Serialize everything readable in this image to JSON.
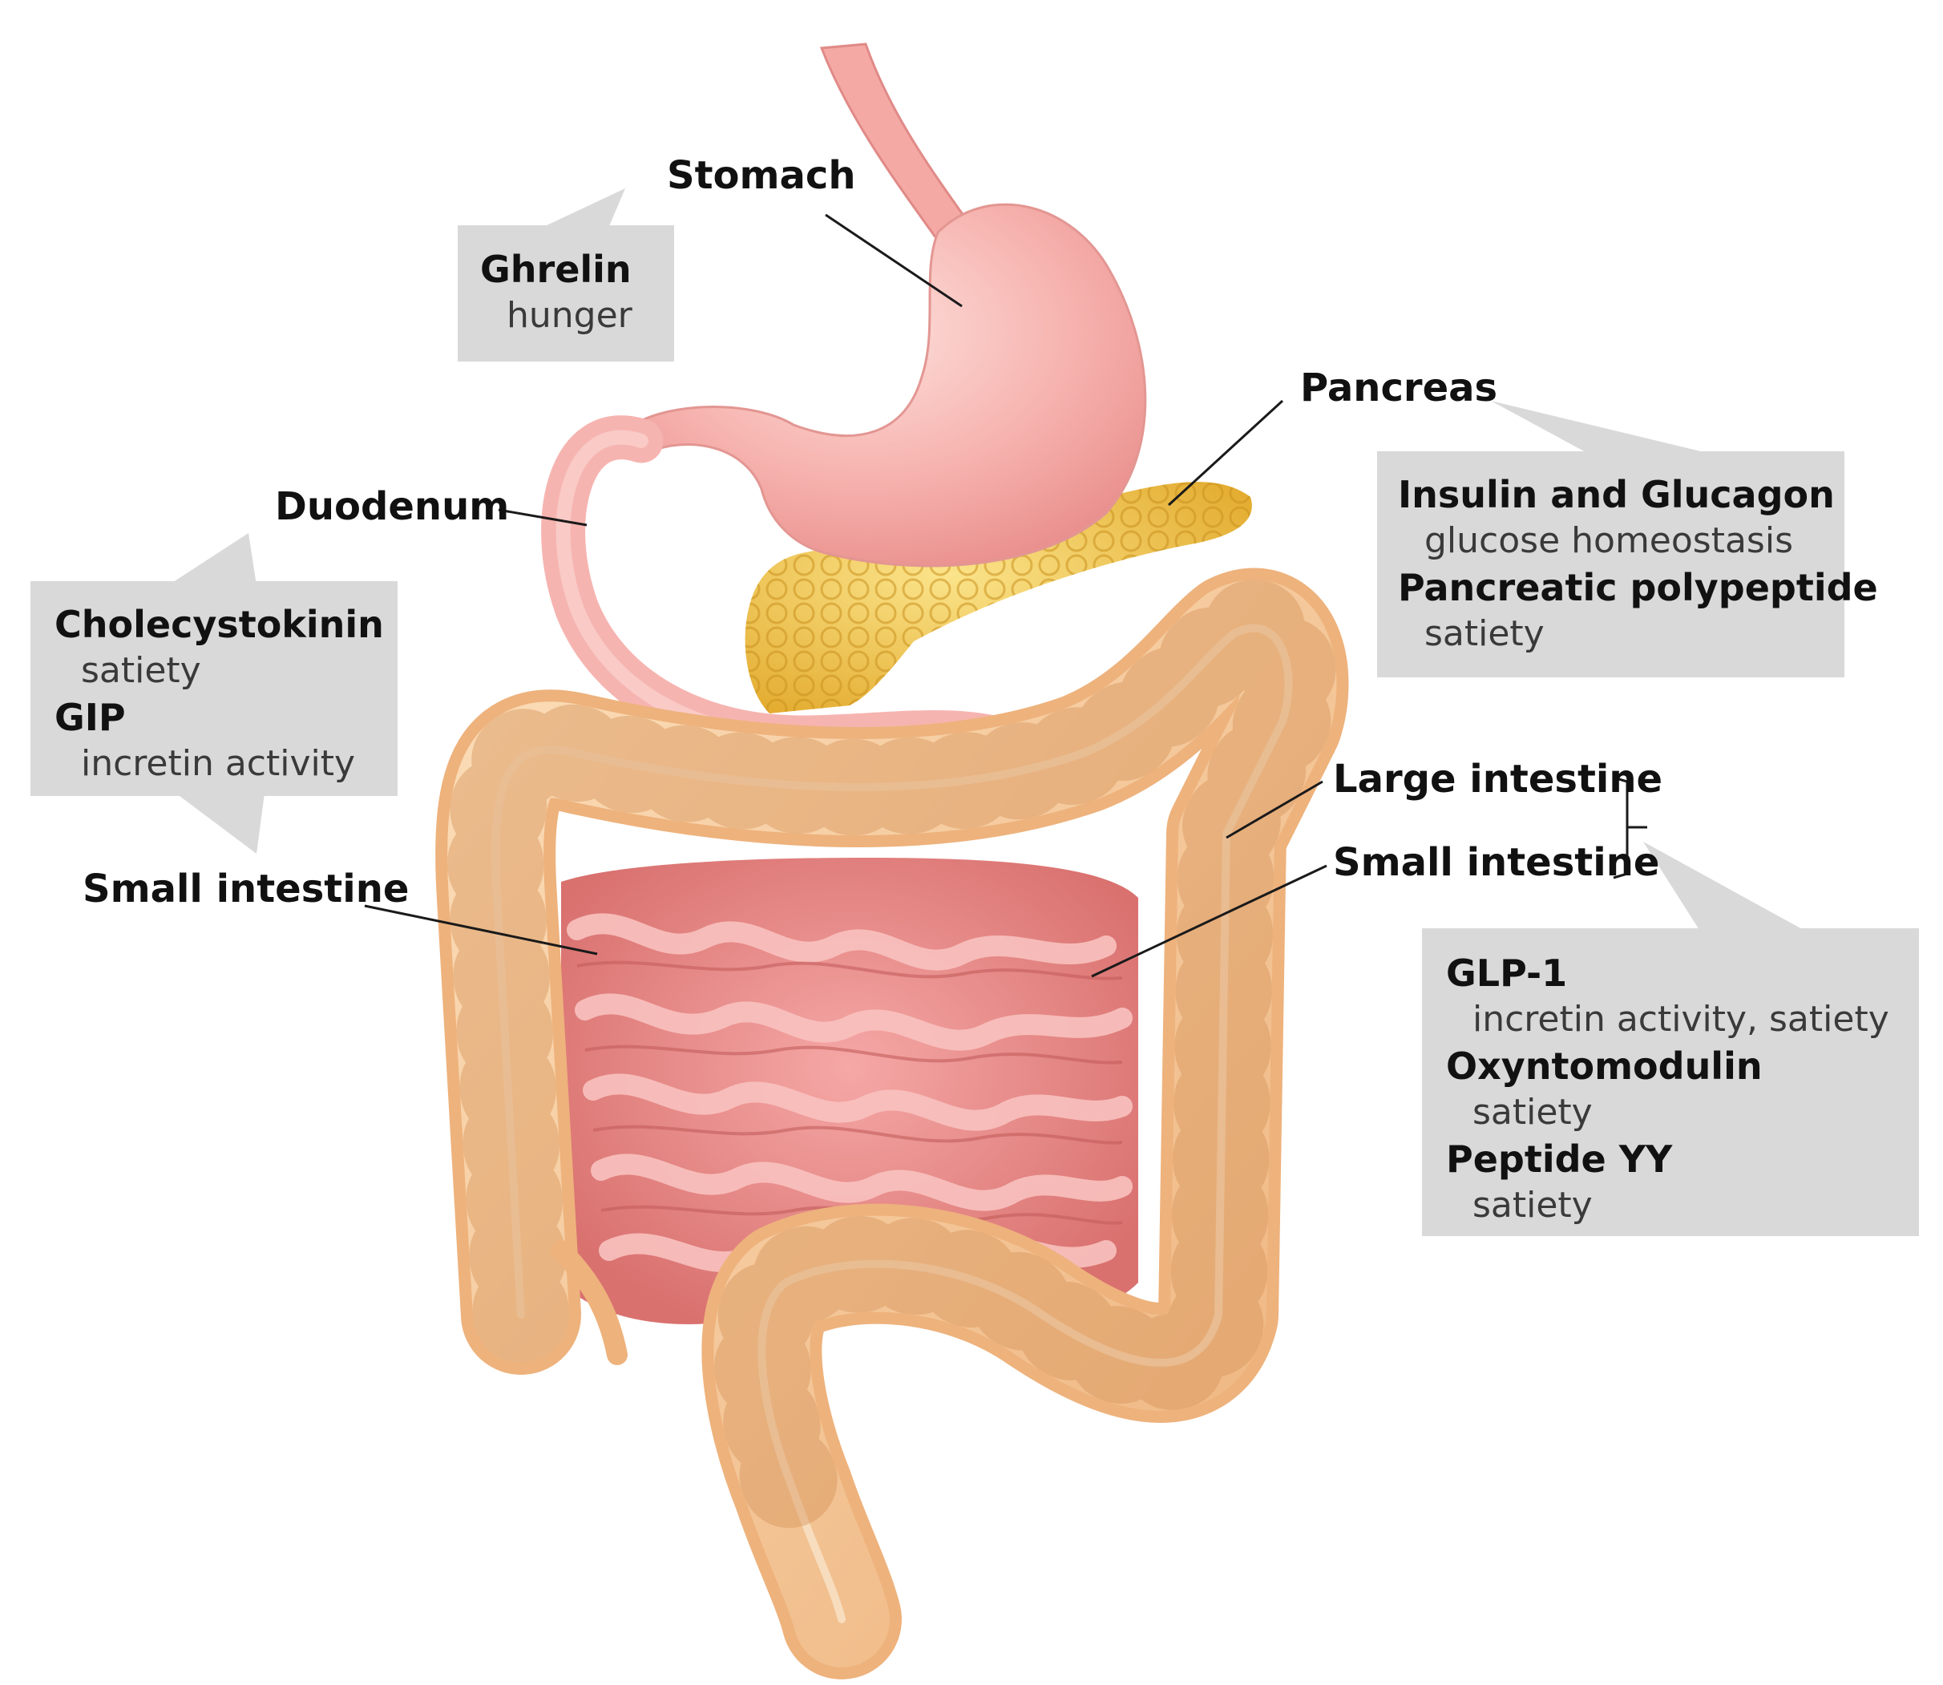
{
  "organs": {
    "stomach": "Stomach",
    "pancreas": "Pancreas",
    "duodenum": "Duodenum",
    "small_intestine_left": "Small intestine",
    "large_intestine": "Large intestine",
    "small_intestine_right": "Small intestine"
  },
  "hormone_boxes": {
    "stomach": [
      {
        "name": "Ghrelin",
        "function": "hunger"
      }
    ],
    "pancreas": [
      {
        "name": "Insulin and Glucagon",
        "function": "glucose homeostasis"
      },
      {
        "name": "Pancreatic polypeptide",
        "function": "satiety"
      }
    ],
    "duodenum": [
      {
        "name": "Cholecystokinin",
        "function": "satiety"
      },
      {
        "name": "GIP",
        "function": "incretin activity"
      }
    ],
    "intestine": [
      {
        "name": "GLP-1",
        "function": "incretin activity, satiety"
      },
      {
        "name": "Oxyntomodulin",
        "function": "satiety"
      },
      {
        "name": "Peptide YY",
        "function": "satiety"
      }
    ]
  },
  "colors": {
    "stomach": "#f6b3b3",
    "pancreas": "#f2cc4e",
    "small_intestine": "#ec8f8f",
    "large_intestine": "#f3c090",
    "callout_box": "#d9d9d9"
  }
}
